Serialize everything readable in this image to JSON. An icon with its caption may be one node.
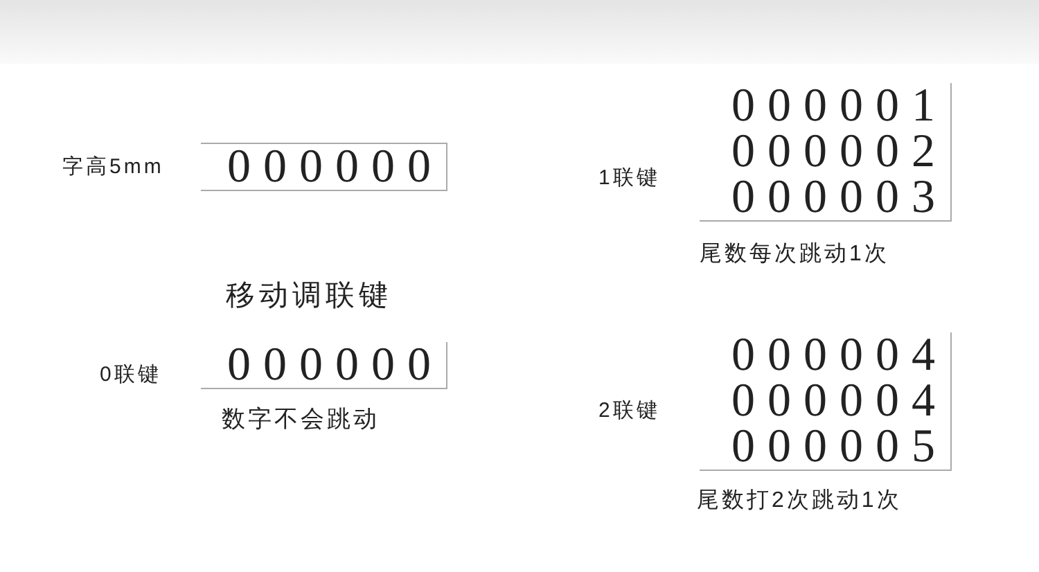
{
  "diagram": {
    "nodes": [
      {
        "text": [
          "000000"
        ],
        "beside": [
          "字高5mm"
        ]
      },
      {
        "text": [
          "000000"
        ],
        "beside": [
          "0联键",
          "数字不会跳动"
        ]
      },
      {
        "text": [
          "000001",
          "000002",
          "000003"
        ],
        "beside": [
          "1联键",
          "尾数每次跳动1次"
        ]
      },
      {
        "text": [
          "000004",
          "000004",
          "000005"
        ],
        "beside": [
          "2联键",
          "尾数打2次跳动1次"
        ]
      }
    ],
    "labels": [
      "移动调联键"
    ]
  }
}
